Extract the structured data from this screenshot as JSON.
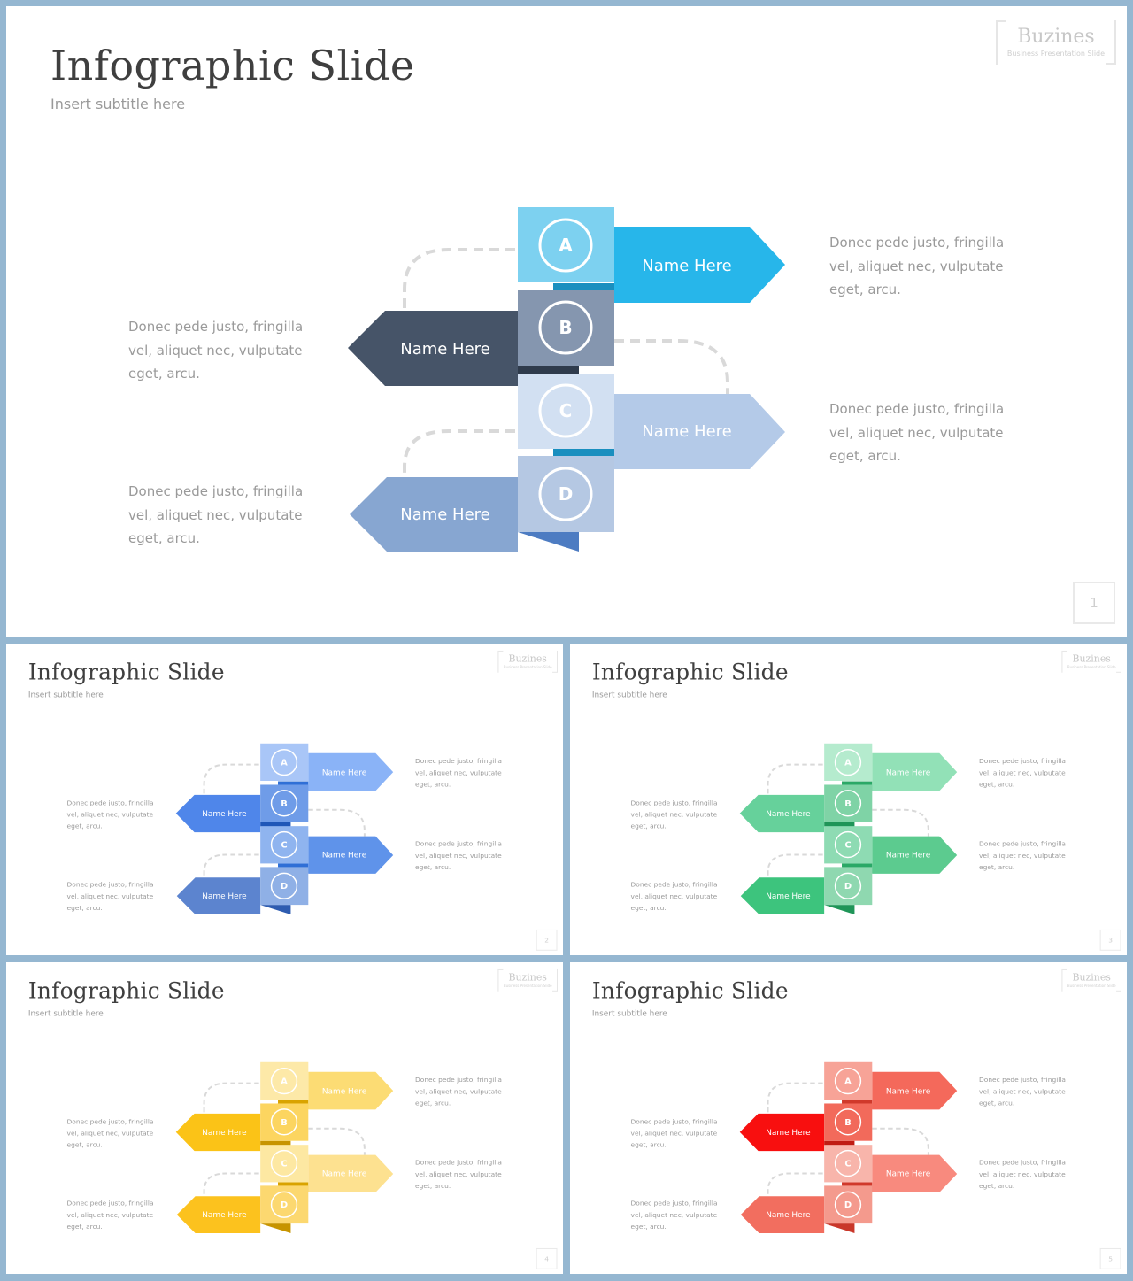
{
  "logo": {
    "name": "Buzines",
    "tagline": "Business Presentation Slide"
  },
  "slide_text": {
    "title": "Infographic Slide",
    "subtitle": "Insert subtitle here",
    "description": "Donec pede justo, fringilla vel, aliquet nec, vulputate eget, arcu.",
    "arrow_label": "Name Here",
    "letters": [
      "A",
      "B",
      "C",
      "D"
    ]
  },
  "slides": [
    {
      "page": "1",
      "colors": {
        "a_box": "#7dd1f0",
        "a_arrow": "#27b6ea",
        "b_box": "#8596af",
        "b_arrow": "#465468",
        "c_box": "#d2e0f2",
        "c_arrow": "#b4cae8",
        "d_box": "#b5c8e3",
        "d_arrow": "#87a6d1",
        "fold_light": "#1a8fbf",
        "fold_dark": "#2f3b4c",
        "fold_d": "#4d7cc2"
      }
    },
    {
      "page": "2",
      "colors": {
        "a_box": "#a9c6f7",
        "a_arrow": "#8ab3f7",
        "b_box": "#6f9ce8",
        "b_arrow": "#4f86ea",
        "c_box": "#8fb4ef",
        "c_arrow": "#5f93ea",
        "d_box": "#8fb0e6",
        "d_arrow": "#5c84cf",
        "fold_light": "#2f6fd6",
        "fold_dark": "#1f57b8",
        "fold_d": "#2e5cb0"
      }
    },
    {
      "page": "3",
      "colors": {
        "a_box": "#b5ebce",
        "a_arrow": "#92e1b7",
        "b_box": "#7fd3a6",
        "b_arrow": "#66d19b",
        "c_box": "#8edbb3",
        "c_arrow": "#5ccb8f",
        "d_box": "#8fd8b0",
        "d_arrow": "#3dc47d",
        "fold_light": "#2aa866",
        "fold_dark": "#1f9558",
        "fold_d": "#1f9558"
      }
    },
    {
      "page": "4",
      "colors": {
        "a_box": "#fde9a8",
        "a_arrow": "#fcdc74",
        "b_box": "#fcd560",
        "b_arrow": "#fbc317",
        "c_box": "#fde8a2",
        "c_arrow": "#fde190",
        "d_box": "#fcd870",
        "d_arrow": "#fcc21e",
        "fold_light": "#d9a300",
        "fold_dark": "#c79400",
        "fold_d": "#c79400"
      }
    },
    {
      "page": "5",
      "colors": {
        "a_box": "#f7a397",
        "a_arrow": "#f4695b",
        "b_box": "#f26a5b",
        "b_arrow": "#f80f0f",
        "c_box": "#f8b5ab",
        "c_arrow": "#f88a7e",
        "d_box": "#f49a8d",
        "d_arrow": "#f26e5f",
        "fold_light": "#d0392b",
        "fold_dark": "#c01c13",
        "fold_d": "#c9372a"
      }
    }
  ]
}
